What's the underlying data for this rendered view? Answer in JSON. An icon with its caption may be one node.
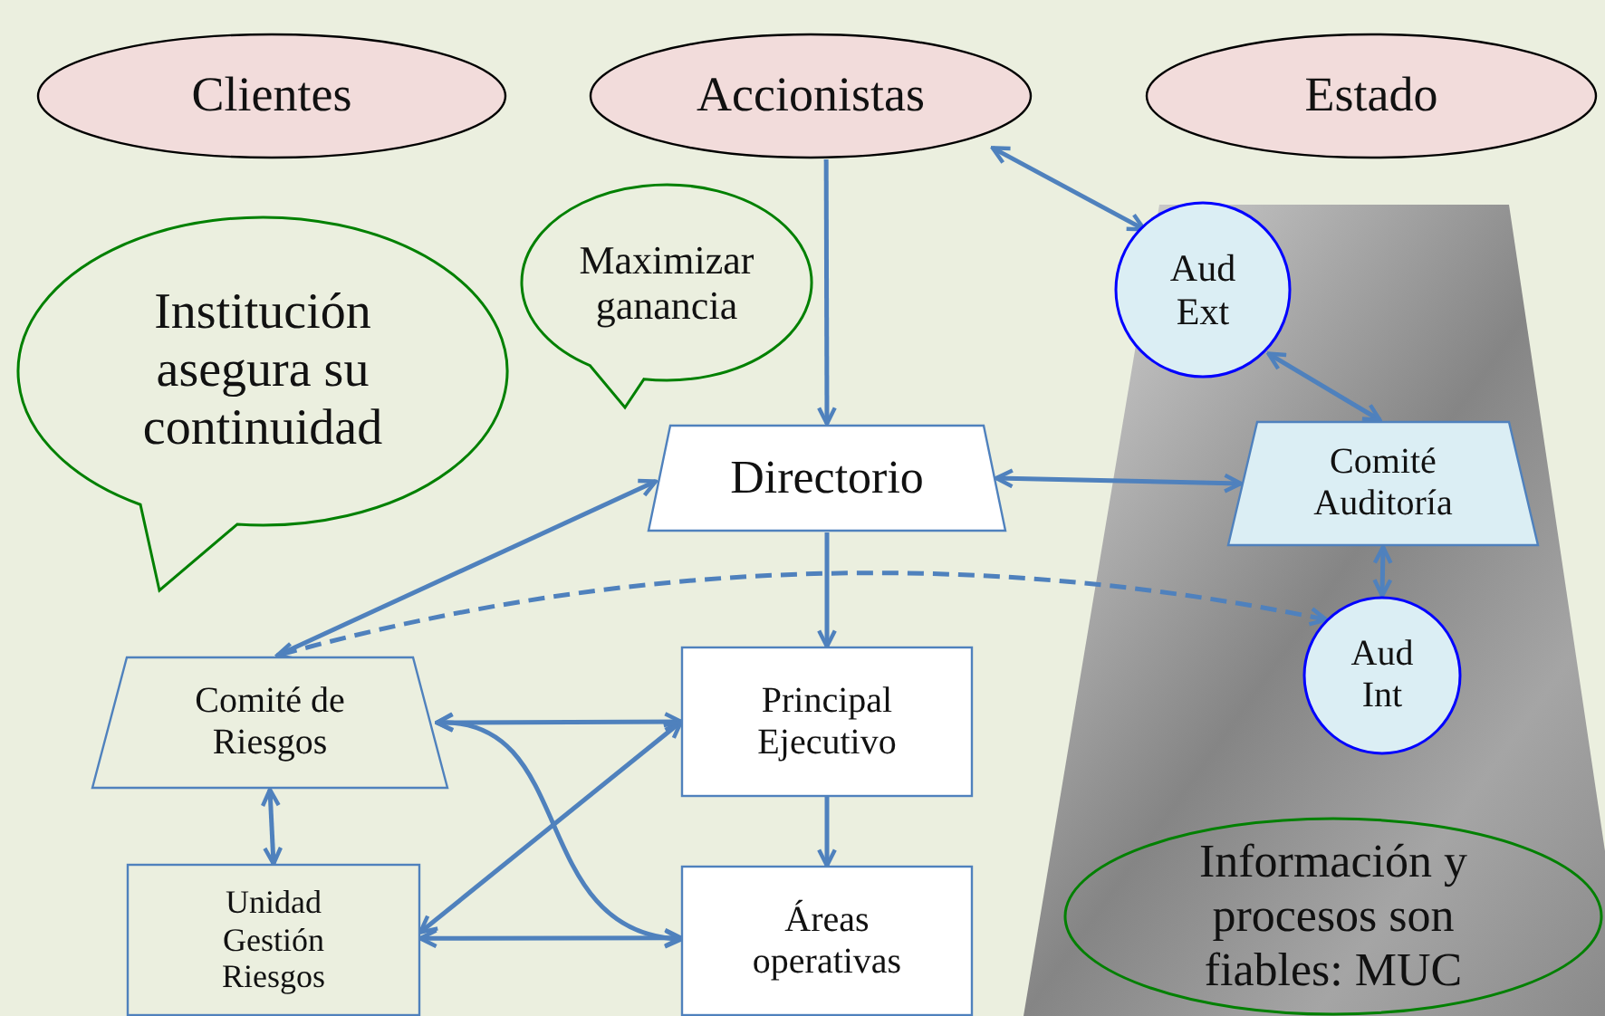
{
  "diagram": {
    "nodes": [
      {
        "text": [
          "Clientes"
        ]
      },
      {
        "text": [
          "Accionistas"
        ]
      },
      {
        "text": [
          "Estado"
        ]
      },
      {
        "text": [
          "Institución asegura su continuidad"
        ]
      },
      {
        "text": [
          "Maximizar ganancia"
        ]
      },
      {
        "text": [
          "Aud Ext"
        ]
      },
      {
        "text": [
          "Directorio"
        ]
      },
      {
        "text": [
          "Comité Auditoría"
        ]
      },
      {
        "text": [
          "Comité de Riesgos"
        ]
      },
      {
        "text": [
          "Aud Int"
        ]
      },
      {
        "text": [
          "Principal Ejecutivo"
        ]
      },
      {
        "text": [
          "Unidad Gestión Riesgos"
        ]
      },
      {
        "text": [
          "Áreas operativas"
        ]
      },
      {
        "text": [
          "Información y procesos son fiables: MUC"
        ]
      }
    ],
    "edges": [
      {
        "from": 1,
        "to": 6,
        "arrow": "to"
      },
      {
        "from": 1,
        "to": 5,
        "arrow": "both"
      },
      {
        "from": 5,
        "to": 7,
        "arrow": "both"
      },
      {
        "from": 6,
        "to": 7,
        "arrow": "both"
      },
      {
        "from": 8,
        "to": 6,
        "arrow": "to"
      },
      {
        "from": 9,
        "to": 8,
        "arrow": "both",
        "style": "dashed"
      },
      {
        "from": 7,
        "to": 9,
        "arrow": "both"
      },
      {
        "from": 6,
        "to": 10,
        "arrow": "to"
      },
      {
        "from": 10,
        "to": 12,
        "arrow": "to"
      },
      {
        "from": 8,
        "to": 10,
        "arrow": "both"
      },
      {
        "from": 8,
        "to": 12,
        "arrow": "both"
      },
      {
        "from": 11,
        "to": 10,
        "arrow": "both"
      },
      {
        "from": 11,
        "to": 12,
        "arrow": "both"
      },
      {
        "from": 8,
        "to": 11,
        "arrow": "both"
      }
    ]
  }
}
